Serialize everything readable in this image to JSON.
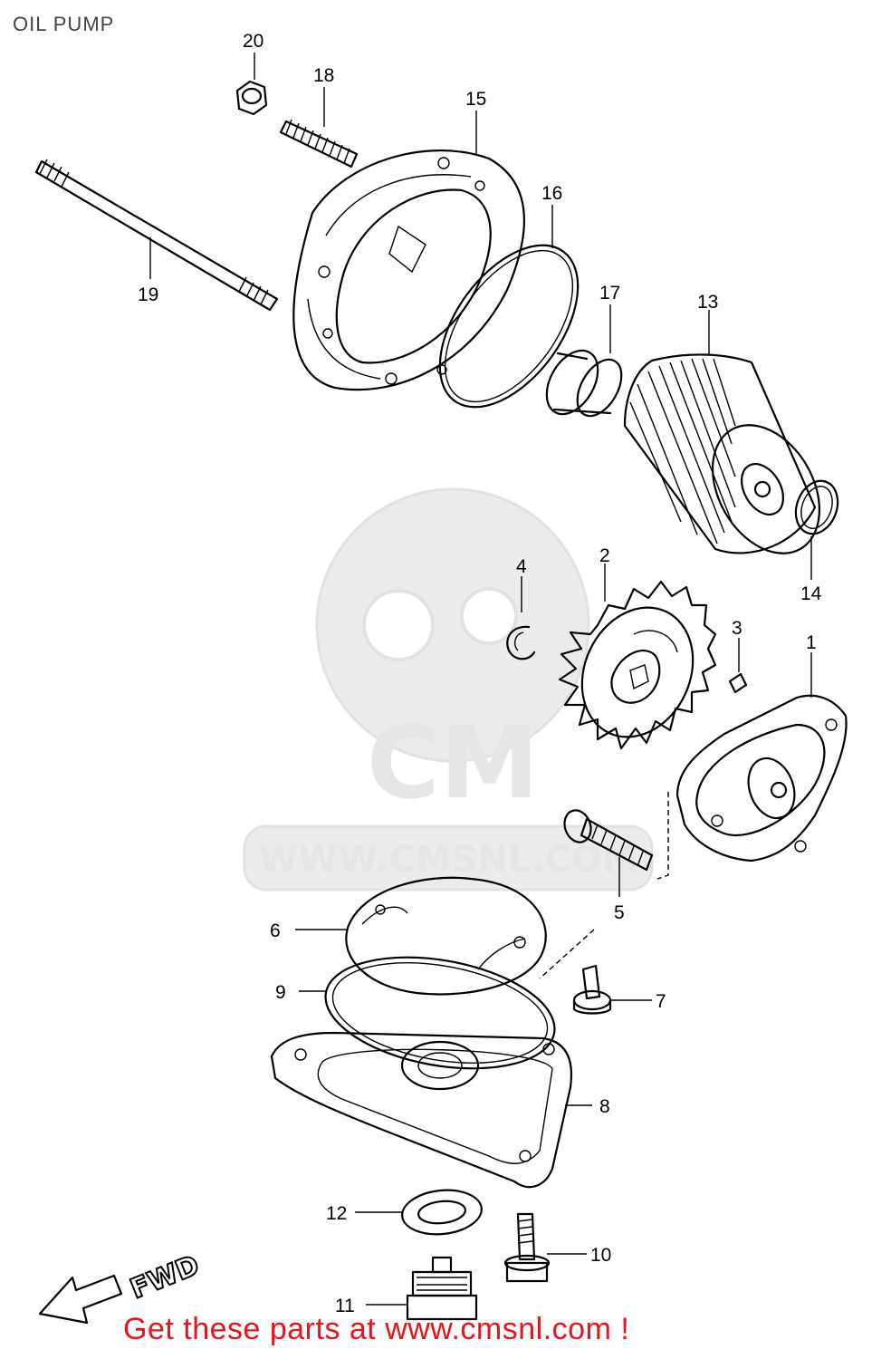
{
  "title": "OIL PUMP",
  "watermark": "WWW.CMSNL.COM",
  "direction_label": "FWD",
  "promo": {
    "text": "Get these parts at www.cmsnl.com !",
    "color": "#e8141c"
  },
  "callouts": {
    "p1": "1",
    "p2": "2",
    "p3": "3",
    "p4": "4",
    "p5": "5",
    "p6": "6",
    "p7": "7",
    "p8": "8",
    "p9": "9",
    "p10": "10",
    "p11": "11",
    "p12": "12",
    "p13": "13",
    "p14": "14",
    "p15": "15",
    "p16": "16",
    "p17": "17",
    "p18": "18",
    "p19": "19",
    "p20": "20"
  }
}
